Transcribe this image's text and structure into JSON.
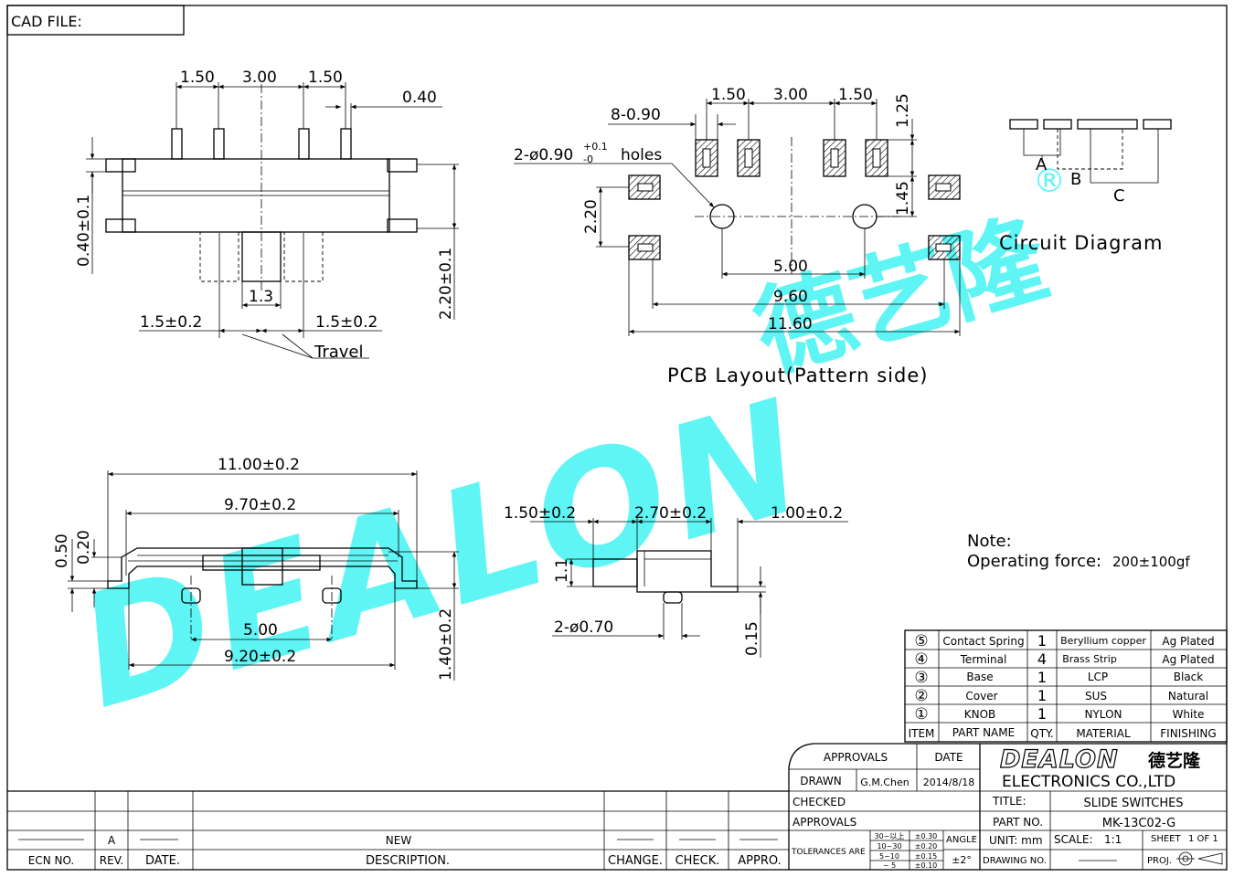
{
  "frame": {
    "cad_file_label": "CAD FILE:"
  },
  "views": {
    "side": {
      "dims_top": [
        "1.50",
        "3.00",
        "1.50"
      ],
      "dim_travel_gap": "0.40",
      "dim_left_v": "0.40±0.1",
      "dim_right_v": "2.20±0.1",
      "dim_knob": "1.3",
      "dim_travel_l": "1.5±0.2",
      "dim_travel_r": "1.5±0.2",
      "travel_label": "Travel"
    },
    "pcb": {
      "dims_top": [
        "1.50",
        "3.00",
        "1.50"
      ],
      "dim_pad_v": "1.25",
      "dim_pad_w": "8-0.90",
      "holes_label_main": "2-ø0.90",
      "holes_tol_up": "+0.1",
      "holes_tol_dn": "-0",
      "holes_label_suffix": "holes",
      "dim_220": "2.20",
      "dim_145": "1.45",
      "dim_500": "5.00",
      "dim_960": "9.60",
      "dim_1160": "11.60",
      "caption": "PCB Layout(Pattern side)"
    },
    "circuit": {
      "labels": [
        "A",
        "B",
        "C"
      ],
      "caption": "Circuit Diagram"
    },
    "front": {
      "dim_1100": "11.00±0.2",
      "dim_970": "9.70±0.2",
      "dim_050": "0.50",
      "dim_020": "0.20",
      "dim_500": "5.00",
      "dim_920": "9.20±0.2",
      "dim_140": "1.40±0.2"
    },
    "end": {
      "dim_150": "1.50±0.2",
      "dim_270": "2.70±0.2",
      "dim_100": "1.00±0.2",
      "dim_11": "1.1",
      "dim_holes": "2-ø0.70",
      "dim_015": "0.15"
    }
  },
  "note": {
    "title": "Note:",
    "text": "Operating  force:",
    "value": "200±100gf"
  },
  "bom": {
    "headers": {
      "item": "ITEM",
      "part_name": "PART NAME",
      "qty": "QTY.",
      "material": "MATERIAL",
      "finishing": "FINISHING"
    },
    "rows": [
      {
        "item": "⑤",
        "part_name": "Contact Spring",
        "qty": "1",
        "material": "Beryllium copper",
        "finishing": "Ag Plated"
      },
      {
        "item": "④",
        "part_name": "Terminal",
        "qty": "4",
        "material": "Brass Strip",
        "finishing": "Ag Plated"
      },
      {
        "item": "③",
        "part_name": "Base",
        "qty": "1",
        "material": "LCP",
        "finishing": "Black"
      },
      {
        "item": "②",
        "part_name": "Cover",
        "qty": "1",
        "material": "SUS",
        "finishing": "Natural"
      },
      {
        "item": "①",
        "part_name": "KNOB",
        "qty": "1",
        "material": "NYLON",
        "finishing": "White"
      }
    ]
  },
  "title_block": {
    "approvals": "APPROVALS",
    "date": "DATE",
    "drawn": "DRAWN",
    "drawn_by": "G.M.Chen",
    "drawn_date": "2014/8/18",
    "checked": "CHECKED",
    "approvals2": "APPROVALS",
    "tolerances": "TOLERANCES ARE",
    "tol_ranges": [
      "30~以上",
      "10~30",
      "5~10",
      "~ 5"
    ],
    "tol_values": [
      "±0.30",
      "±0.20",
      "±0.15",
      "±0.10"
    ],
    "angle": "ANGLE",
    "angle_val": "±2°",
    "logo_text": "DEALON",
    "logo_cn": "德艺隆",
    "company": "ELECTRONICS  CO.,LTD",
    "title_label": "TITLE:",
    "title_value": "SLIDE  SWITCHES",
    "part_no_label": "PART  NO.",
    "part_no_value": "MK-13C02-G",
    "unit_label": "UNIT:  mm",
    "scale_label": "SCALE:",
    "scale_value": "1:1",
    "sheet_label": "SHEET",
    "sheet_value": "1  OF  1",
    "drawing_no_label": "DRAWING  NO.",
    "proj_label": "PROJ."
  },
  "revision": {
    "headers": {
      "ecn": "ECN  NO.",
      "rev": "REV.",
      "date": "DATE.",
      "desc": "DESCRIPTION.",
      "change": "CHANGE.",
      "check": "CHECK.",
      "appro": "APPRO."
    },
    "row": {
      "rev": "A",
      "desc": "NEW"
    }
  },
  "watermark": {
    "text": "DEALON",
    "cn": "德艺隆",
    "reg": "®"
  }
}
